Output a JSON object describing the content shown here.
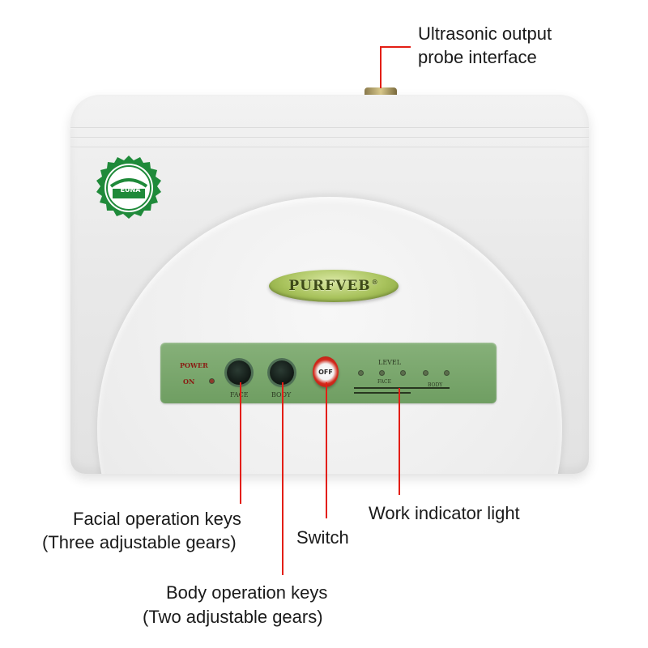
{
  "product": {
    "brand_logo": "PURFVEB",
    "registered_mark": "®",
    "seal_text": "EUNA"
  },
  "panel": {
    "power_label": "POWER",
    "on_label": "ON",
    "face_label": "FACE",
    "body_label": "BODY",
    "off_label": "OFF",
    "level_label": "LEVEL",
    "level_face_label": "FACE",
    "level_body_label": "BODY"
  },
  "callouts": {
    "probe_line1": "Ultrasonic output",
    "probe_line2": "probe interface",
    "facial_line1": "Facial operation keys",
    "facial_line2": "(Three adjustable gears)",
    "switch": "Switch",
    "indicator": "Work indicator light",
    "body_line1": "Body operation keys",
    "body_line2": "(Two adjustable gears)"
  },
  "colors": {
    "callout_red": "#e31e14",
    "panel_green": "#7aa86c",
    "logo_green": "#a9c35d",
    "switch_red": "#d22a1c"
  }
}
